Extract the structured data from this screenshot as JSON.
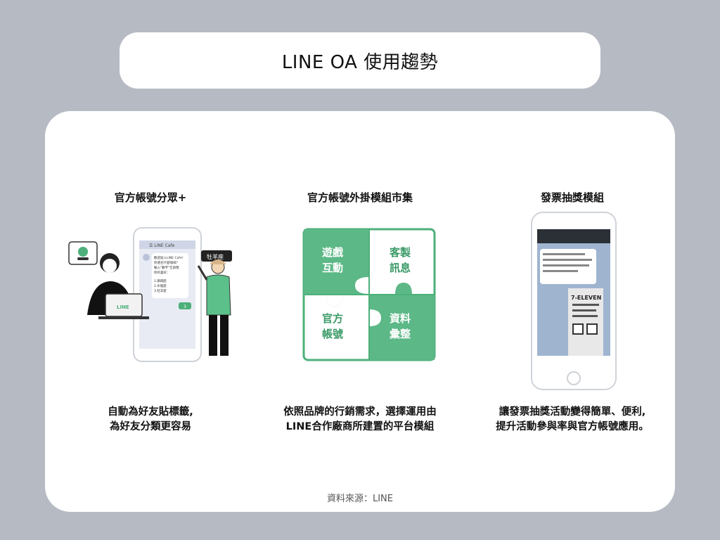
{
  "header": {
    "title": "LINE OA 使用趨勢"
  },
  "columns": [
    {
      "title": "官方帳號分眾+",
      "desc_lines": [
        "自動為好友貼標籤,",
        "為好友分類更容易"
      ],
      "illustration": {
        "app_name": "LINE Cafe",
        "chat_lines": [
          "歡迎加入LINE Cafe！",
          "你適合什麼咖啡？",
          "輸入\"數字\"告訴我",
          "你的喜好："
        ],
        "options": [
          "1.摩羯座",
          "2.水瓶座",
          "3.牡羊座"
        ],
        "reply": "3",
        "tag": "牡羊座",
        "laptop_brand": "LINE"
      }
    },
    {
      "title": "官方帳號外掛模組市集",
      "desc_lines": [
        "依照品牌的行銷需求，選擇運用由",
        "LINE合作廠商所建置的平台模組"
      ],
      "puzzle": [
        {
          "line1": "遊戲",
          "line2": "互動"
        },
        {
          "line1": "客製",
          "line2": "訊息"
        },
        {
          "line1": "官方",
          "line2": "帳號"
        },
        {
          "line1": "資料",
          "line2": "彙整"
        }
      ]
    },
    {
      "title": "發票抽獎模組",
      "desc_lines": [
        "讓發票抽獎活動變得簡單、便利,",
        "提升活動參與率與官方帳號應用。"
      ],
      "illustration": {
        "receipt_brand": "7-ELEVEN"
      }
    }
  ],
  "footer": {
    "source": "資料來源：LINE"
  },
  "colors": {
    "green": "#4db07a",
    "green_light": "#5cc08a",
    "background": "#b6bbc3"
  }
}
